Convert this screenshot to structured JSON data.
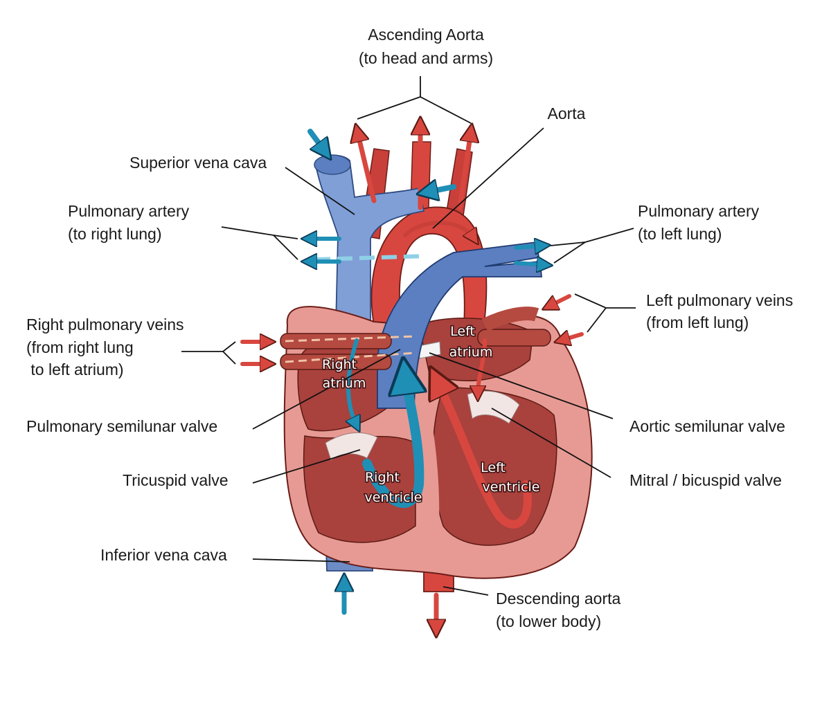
{
  "colors": {
    "oxygenated": "#d8473f",
    "deoxygenated": "#1f8fb6",
    "vein_blue": "#7f9fd6",
    "heart_wall": "#e79a93",
    "chamber": "#a9413d",
    "background": "#ffffff"
  },
  "labels": {
    "ascending_aorta_1": "Ascending Aorta",
    "ascending_aorta_2": "(to head and arms)",
    "aorta": "Aorta",
    "superior_vena_cava": "Superior vena cava",
    "pulm_artery_right_1": "Pulmonary artery",
    "pulm_artery_right_2": "(to right lung)",
    "pulm_artery_left_1": "Pulmonary artery",
    "pulm_artery_left_2": "(to left lung)",
    "left_pulm_veins_1": "Left pulmonary veins",
    "left_pulm_veins_2": "(from left lung)",
    "right_pulm_veins_1": "Right pulmonary veins",
    "right_pulm_veins_2": "(from right lung",
    "right_pulm_veins_3": " to left atrium)",
    "pulmonary_semilunar_valve": "Pulmonary semilunar valve",
    "aortic_semilunar_valve": "Aortic semilunar valve",
    "tricuspid_valve": "Tricuspid valve",
    "mitral_valve": "Mitral / bicuspid valve",
    "inferior_vena_cava": "Inferior vena cava",
    "descending_aorta_1": "Descending aorta",
    "descending_aorta_2": "(to lower body)"
  },
  "chambers": {
    "right_atrium_1": "Right",
    "right_atrium_2": "atrium",
    "left_atrium_1": "Left",
    "left_atrium_2": "atrium",
    "right_ventricle_1": "Right",
    "right_ventricle_2": "ventricle",
    "left_ventricle_1": "Left",
    "left_ventricle_2": "ventricle"
  }
}
